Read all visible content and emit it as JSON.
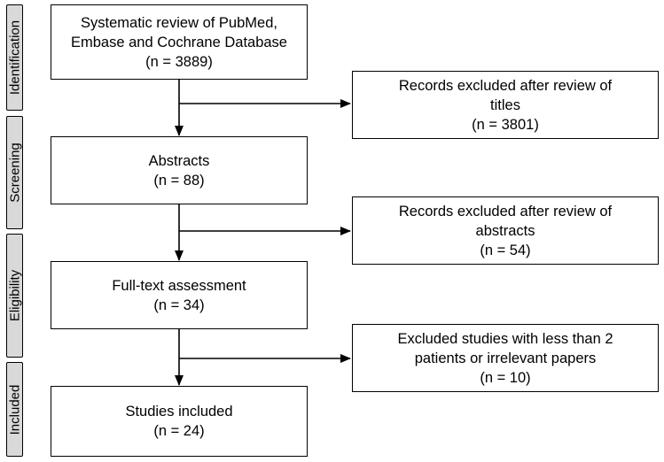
{
  "stages": {
    "identification": "Identification",
    "screening": "Screening",
    "eligibility": "Eligibility",
    "included": "Included"
  },
  "main_boxes": {
    "search": {
      "line1": "Systematic review of PubMed,",
      "line2": "Embase and Cochrane Database",
      "count": "(n = 3889)"
    },
    "abstracts": {
      "line1": "Abstracts",
      "count": "(n = 88)"
    },
    "fulltext": {
      "line1": "Full-text assessment",
      "count": "(n = 34)"
    },
    "included": {
      "line1": "Studies included",
      "count": "(n = 24)"
    }
  },
  "exclusion_boxes": {
    "titles": {
      "line1": "Records excluded after review of",
      "line2": "titles",
      "count": "(n = 3801)"
    },
    "abstracts": {
      "line1": "Records excluded after review of",
      "line2": "abstracts",
      "count": "(n = 54)"
    },
    "studies": {
      "line1": "Excluded studies with less than 2",
      "line2": "patients or irrelevant papers",
      "count": "(n = 10)"
    }
  }
}
